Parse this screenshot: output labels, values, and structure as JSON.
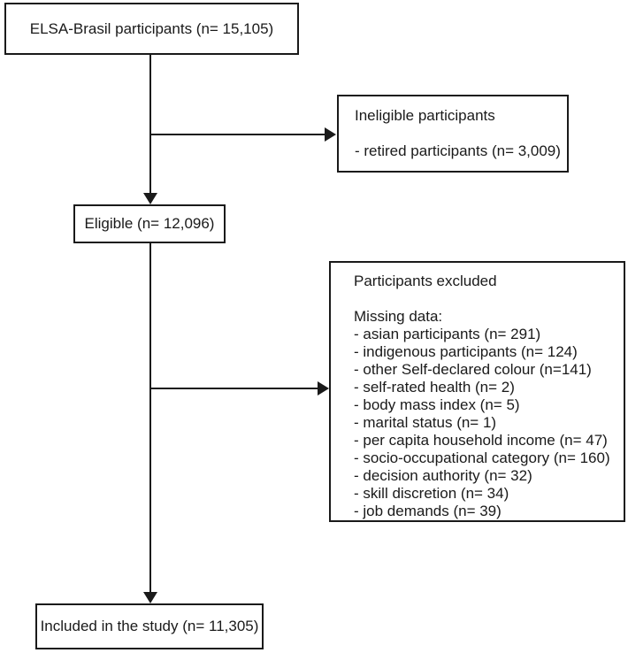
{
  "diagram": {
    "type": "flowchart",
    "colors": {
      "background": "#ffffff",
      "line": "#1a1a1a",
      "text": "#1a1a1a"
    },
    "nodes": {
      "top": {
        "label": "ELSA-Brasil participants (n= 15,105)"
      },
      "ineligible": {
        "title": "Ineligible participants",
        "items": [
          "- retired participants (n= 3,009)"
        ]
      },
      "eligible": {
        "label": "Eligible (n= 12,096)"
      },
      "excluded": {
        "title": "Participants excluded",
        "subtitle": "Missing data:",
        "items": [
          "- asian participants (n= 291)",
          "- indigenous participants (n= 124)",
          "- other Self-declared colour (n=141)",
          "- self-rated health (n= 2)",
          "- body mass index (n= 5)",
          "- marital status (n= 1)",
          "- per capita household income (n= 47)",
          "- socio-occupational category (n= 160)",
          "- decision authority (n= 32)",
          "- skill discretion (n= 34)",
          "- job demands (n= 39)"
        ]
      },
      "included": {
        "label": "Included in the study (n= 11,305)"
      }
    }
  }
}
